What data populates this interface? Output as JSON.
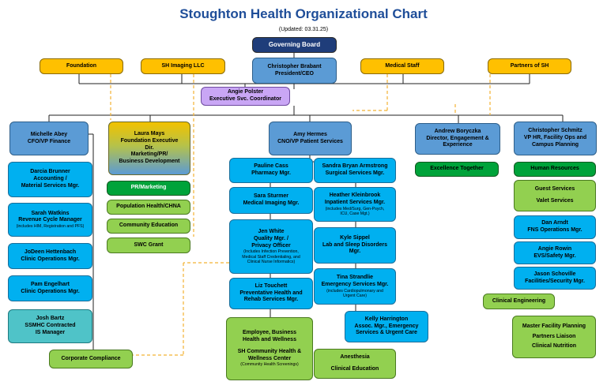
{
  "title": "Stoughton Health Organizational Chart",
  "updated": "(Updated: 03.31.25)",
  "colors": {
    "title": "#1f4e99",
    "navy": "#1f3d7a",
    "blue": "#5b9bd5",
    "cyan": "#00b0f0",
    "gold": "#ffc000",
    "purple": "#c9a6f5",
    "dark_green": "#00a33a",
    "light_green": "#92d050",
    "dashed_line": "#f2b233"
  },
  "boxes": {
    "governing_board": "Governing Board",
    "foundation": "Foundation",
    "sh_imaging": "SH Imaging LLC",
    "medical_staff": "Medical Staff",
    "partners": "Partners of SH",
    "ceo": [
      "Christopher Brabant",
      "President/CEO"
    ],
    "exec_coord": [
      "Angie Polster",
      "Executive Svc. Coordinator"
    ],
    "cfo": [
      "Michelle Abey",
      "CFO/VP Finance"
    ],
    "laura": [
      "Laura Mays",
      "Foundation Executive",
      "Dir.",
      "Marketing/PR/",
      "Business Development"
    ],
    "cno": [
      "Amy Hermes",
      "CNO/VP Patient Services"
    ],
    "andrew": [
      "Andrew Boryczka",
      "Director, Engagement &",
      "Experience"
    ],
    "schmitz": [
      "Christopher Schmitz",
      "VP HR, Facility Ops and",
      "Campus Planning"
    ],
    "darcia": [
      "Darcia Brunner",
      "Accounting /",
      "Material Services Mgr."
    ],
    "sarah": [
      "Sarah Watkins",
      "Revenue Cycle Manager"
    ],
    "sarah_note": "(includes HIM, Registration and PFS)",
    "jodeen": [
      "JoDeen Hettenbach",
      "Clinic Operations Mgr."
    ],
    "pam": [
      "Pam Engelhart",
      "Clinic Operations Mgr."
    ],
    "josh": [
      "Josh Bartz",
      "SSMHC Contracted",
      "IS Manager"
    ],
    "pr_marketing": "PR/Marketing",
    "pop_health": "Population Health/CHNA",
    "community_ed": "Community Education",
    "swc_grant": "SWC Grant",
    "corporate_compliance": "Corporate Compliance",
    "pauline": [
      "Pauline Cass",
      "Pharmacy Mgr."
    ],
    "sara": [
      "Sara Sturmer",
      "Medical Imaging Mgr."
    ],
    "jen": [
      "Jen White",
      "Quality Mgr. /",
      "Privacy Officer"
    ],
    "jen_note": [
      "(Includes Infection Prevention,",
      "Medical Staff Credentialing, and",
      "Clinical Nurse Informatics)"
    ],
    "liz": [
      "Liz Touchett",
      "Preventative Health and",
      "Rehab Services Mgr."
    ],
    "wellness": [
      "Employee, Business",
      "Health and Wellness",
      "SH Community Health &",
      "Wellness Center"
    ],
    "wellness_note": "(Community Health Screenings)",
    "sandra": [
      "Sandra Bryan Armstrong",
      "Surgical Services Mgr."
    ],
    "heather": [
      "Heather Kleinbrook",
      "Inpatient Services Mgr."
    ],
    "heather_note": [
      "(includes Med/Surg, Gen-Psych,",
      "ICU, Case Mgt.)"
    ],
    "kyle": [
      "Kyle Sippel",
      "Lab and Sleep Disorders",
      "Mgr."
    ],
    "tina": [
      "Tina Strandlie",
      "Emergency Services Mgr."
    ],
    "tina_note": [
      "(includes Cardiopulmonary and",
      "Urgent Care)"
    ],
    "kelly": [
      "Kelly Harrington",
      "Assoc. Mgr., Emergency",
      "Services & Urgent Care"
    ],
    "anesthesia": [
      "Anesthesia",
      "Clinical Education"
    ],
    "excellence": "Excellence Together",
    "hr": "Human Resources",
    "guest": [
      "Guest Services",
      "Valet Services"
    ],
    "dan": [
      "Dan Arndt",
      "FNS Operations Mgr."
    ],
    "angie_r": [
      "Angie Rowin",
      "EVS/Safety Mgr."
    ],
    "jason": [
      "Jason Schoville",
      "Facilities/Security Mgr."
    ],
    "clinical_eng": "Clinical Engineering",
    "master": [
      "Master Facility Planning",
      "Partners Liaison",
      "Clinical Nutrition"
    ]
  }
}
